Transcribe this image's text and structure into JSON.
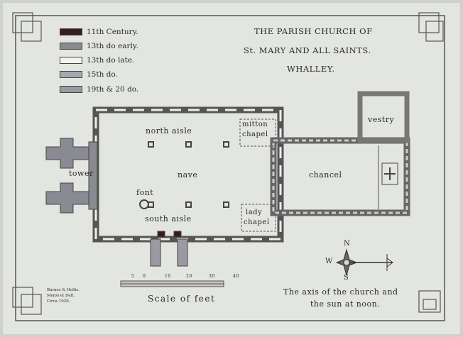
{
  "title": {
    "line1": "THE PARISH CHURCH OF",
    "line2": "St. MARY AND ALL SAINTS.",
    "line3": "WHALLEY."
  },
  "legend": [
    {
      "label": "11th Century.",
      "fill": "#3a1a1e"
    },
    {
      "label": "13th do early.",
      "fill": "#8a8a92"
    },
    {
      "label": "13th do late.",
      "fill": "#f2f2ee"
    },
    {
      "label": "15th do.",
      "fill": "#a8a8b2"
    },
    {
      "label": "19th & 20 do.",
      "fill": "#9a9aa2"
    }
  ],
  "rooms": {
    "north_aisle": "north aisle",
    "nave": "nave",
    "tower": "tower",
    "font": "font",
    "south_aisle": "south aisle",
    "mitton_chapel_1": "mitton",
    "mitton_chapel_2": "chapel",
    "lady_chapel_1": "lady",
    "lady_chapel_2": "chapel",
    "chancel": "chancel",
    "vestry": "vestry"
  },
  "scale": {
    "ticks": [
      "5",
      "0",
      "10",
      "20",
      "30",
      "40"
    ],
    "label": "Scale of feet"
  },
  "compass": {
    "n": "N",
    "s": "S",
    "w": "W",
    "caption1": "The axis of the church and",
    "caption2": "the sun at noon."
  },
  "credit": {
    "line1": "Barnes & Hollis.",
    "line2": "Mensl et Delt.",
    "line3": "Circa 1920."
  }
}
